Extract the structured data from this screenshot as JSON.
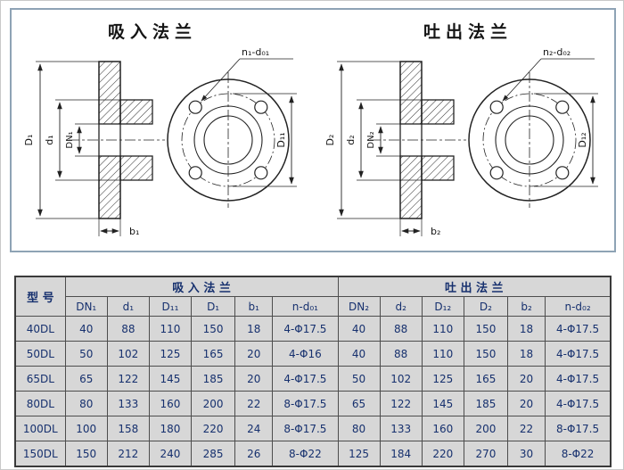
{
  "colors": {
    "table_text": "#16306e",
    "table_bg": "#d7d7d7",
    "drawing_border": "#8ea3b5"
  },
  "drawing": {
    "suction": {
      "title": "吸入法兰",
      "bolt_label": "n₁-d₀₁",
      "dim_D": "D₁",
      "dim_d": "d₁",
      "dim_DN": "DN₁",
      "dim_bc": "D₁₁",
      "dim_b": "b₁"
    },
    "discharge": {
      "title": "吐出法兰",
      "bolt_label": "n₂-d₀₂",
      "dim_D": "D₂",
      "dim_d": "d₂",
      "dim_DN": "DN₂",
      "dim_bc": "D₁₂",
      "dim_b": "b₂"
    }
  },
  "table": {
    "col_model": "型 号",
    "group_suction": "吸 入 法 兰",
    "group_discharge": "吐 出 法 兰",
    "columns_suction": [
      "DN₁",
      "d₁",
      "D₁₁",
      "D₁",
      "b₁",
      "n-d₀₁"
    ],
    "columns_discharge": [
      "DN₂",
      "d₂",
      "D₁₂",
      "D₂",
      "b₂",
      "n-d₀₂"
    ],
    "rows": [
      {
        "model": "40DL",
        "values": [
          "40",
          "88",
          "110",
          "150",
          "18",
          "4-Φ17.5",
          "40",
          "88",
          "110",
          "150",
          "18",
          "4-Φ17.5"
        ]
      },
      {
        "model": "50DL",
        "values": [
          "50",
          "102",
          "125",
          "165",
          "20",
          "4-Φ16",
          "40",
          "88",
          "110",
          "150",
          "18",
          "4-Φ17.5"
        ]
      },
      {
        "model": "65DL",
        "values": [
          "65",
          "122",
          "145",
          "185",
          "20",
          "4-Φ17.5",
          "50",
          "102",
          "125",
          "165",
          "20",
          "4-Φ17.5"
        ]
      },
      {
        "model": "80DL",
        "values": [
          "80",
          "133",
          "160",
          "200",
          "22",
          "8-Φ17.5",
          "65",
          "122",
          "145",
          "185",
          "20",
          "4-Φ17.5"
        ]
      },
      {
        "model": "100DL",
        "values": [
          "100",
          "158",
          "180",
          "220",
          "24",
          "8-Φ17.5",
          "80",
          "133",
          "160",
          "200",
          "22",
          "8-Φ17.5"
        ]
      },
      {
        "model": "150DL",
        "values": [
          "150",
          "212",
          "240",
          "285",
          "26",
          "8-Φ22",
          "125",
          "184",
          "220",
          "270",
          "30",
          "8-Φ22"
        ]
      }
    ]
  }
}
